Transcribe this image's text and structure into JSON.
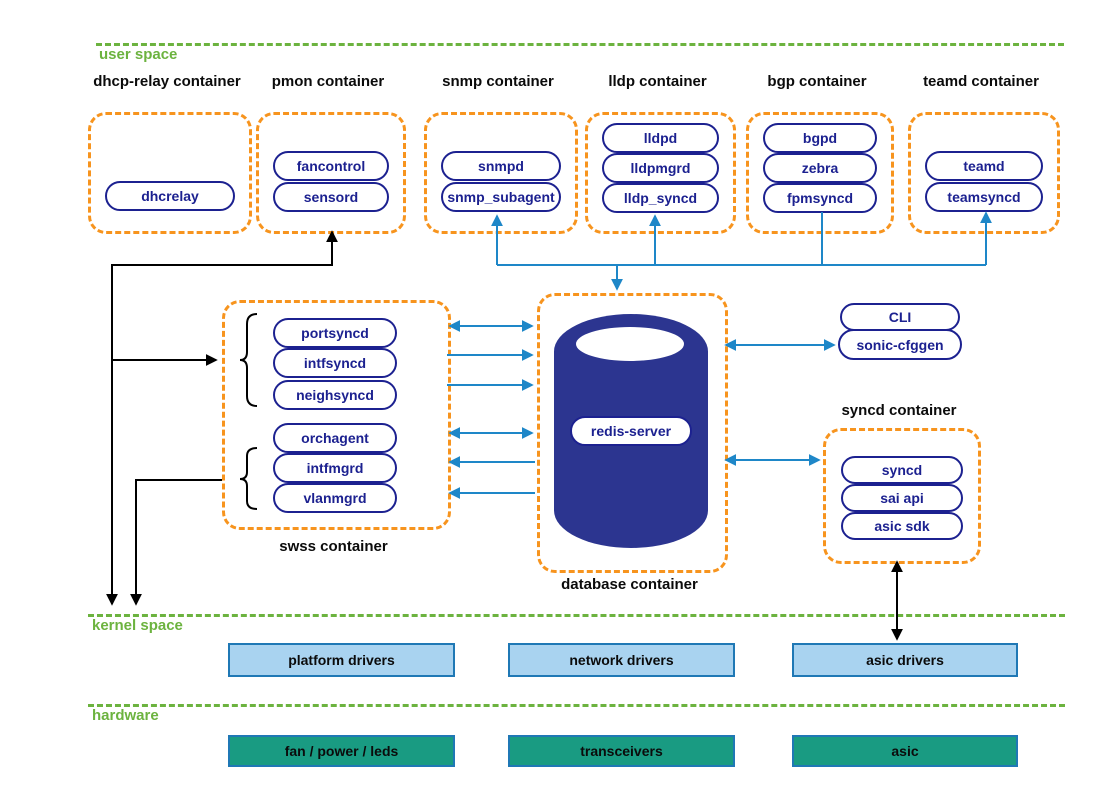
{
  "layers": {
    "user_space": "user space",
    "kernel_space": "kernel space",
    "hardware": "hardware"
  },
  "top_containers": [
    {
      "title": "dhcp-relay container",
      "pills": [
        "dhcrelay"
      ]
    },
    {
      "title": "pmon container",
      "pills": [
        "fancontrol",
        "sensord"
      ]
    },
    {
      "title": "snmp container",
      "pills": [
        "snmpd",
        "snmp_subagent"
      ]
    },
    {
      "title": "lldp container",
      "pills": [
        "lldpd",
        "lldpmgrd",
        "lldp_syncd"
      ]
    },
    {
      "title": "bgp container",
      "pills": [
        "bgpd",
        "zebra",
        "fpmsyncd"
      ]
    },
    {
      "title": "teamd container",
      "pills": [
        "teamd",
        "teamsyncd"
      ]
    }
  ],
  "swss": {
    "title": "swss container",
    "pills": [
      "portsyncd",
      "intfsyncd",
      "neighsyncd",
      "orchagent",
      "intfmgrd",
      "vlanmgrd"
    ]
  },
  "database": {
    "title": "database container",
    "server": "redis-server"
  },
  "control": {
    "pills": [
      "CLI",
      "sonic-cfggen"
    ]
  },
  "syncd": {
    "title": "syncd container",
    "pills": [
      "syncd",
      "sai api",
      "asic sdk"
    ]
  },
  "kernel_boxes": [
    "platform drivers",
    "network drivers",
    "asic drivers"
  ],
  "hardware_boxes": [
    "fan / power / leds",
    "transceivers",
    "asic"
  ],
  "colors": {
    "navy": "#1c2190",
    "cylinder_navy": "#2C3590",
    "orange_dash": "#F7941E",
    "blue_arrow": "#1E87C8",
    "green_label": "#6CB33F",
    "kernel_box_fill": "#A9D3F0",
    "hardware_box_fill": "#199B82",
    "box_border": "#1F78B5"
  }
}
